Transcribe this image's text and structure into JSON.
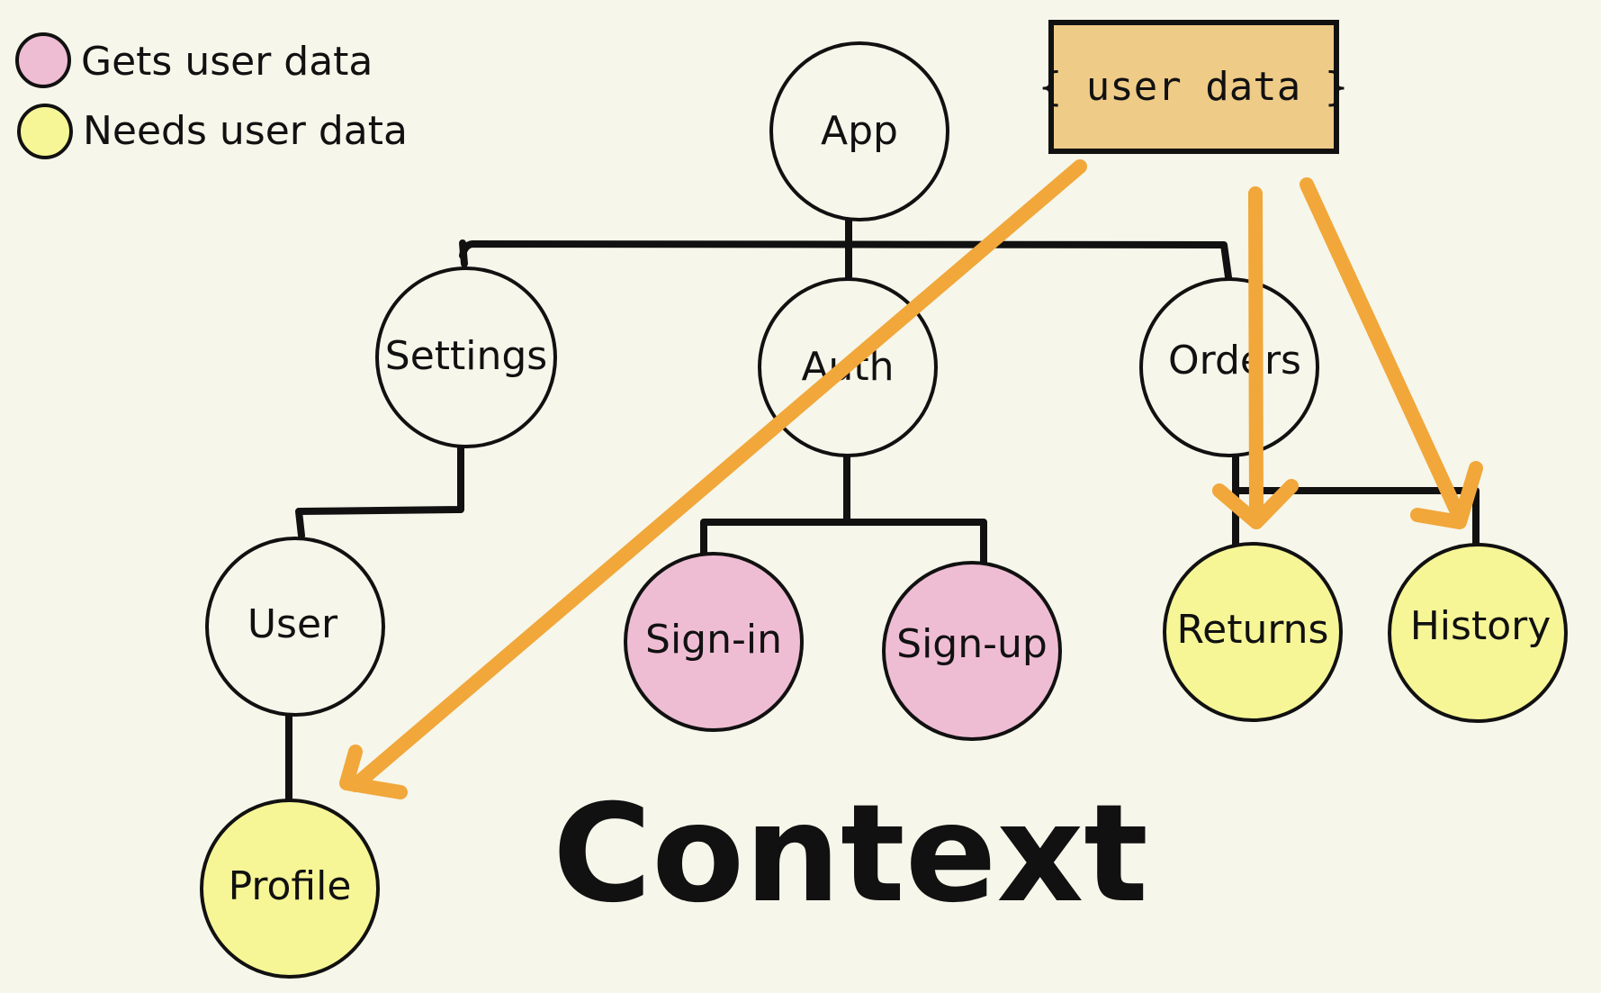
{
  "legend": [
    {
      "label": "Gets user data",
      "color": "#efbdd3"
    },
    {
      "label": "Needs user data",
      "color": "#f6f697"
    }
  ],
  "colors": {
    "background": "#f6f6ea",
    "plain_node": "#f6f6ea",
    "gets_user_data": "#efbdd3",
    "needs_user_data": "#f6f697",
    "context_box": "#efcb88",
    "arrow": "#f1a73a",
    "stroke": "#111111"
  },
  "context_box": {
    "label": "{ user data }"
  },
  "nodes": {
    "app": {
      "label": "App",
      "kind": "plain"
    },
    "settings": {
      "label": "Settings",
      "kind": "plain"
    },
    "auth": {
      "label": "Auth",
      "kind": "plain"
    },
    "orders": {
      "label": "Orders",
      "kind": "plain"
    },
    "user": {
      "label": "User",
      "kind": "plain"
    },
    "profile": {
      "label": "Profile",
      "kind": "needs"
    },
    "sign_in": {
      "label": "Sign-in",
      "kind": "gets"
    },
    "sign_up": {
      "label": "Sign-up",
      "kind": "gets"
    },
    "returns": {
      "label": "Returns",
      "kind": "needs"
    },
    "history": {
      "label": "History",
      "kind": "needs"
    }
  },
  "edges": [
    {
      "from": "App",
      "to": "Settings"
    },
    {
      "from": "App",
      "to": "Auth"
    },
    {
      "from": "App",
      "to": "Orders"
    },
    {
      "from": "Settings",
      "to": "User"
    },
    {
      "from": "User",
      "to": "Profile"
    },
    {
      "from": "Auth",
      "to": "Sign-in"
    },
    {
      "from": "Auth",
      "to": "Sign-up"
    },
    {
      "from": "Orders",
      "to": "Returns"
    },
    {
      "from": "Orders",
      "to": "History"
    }
  ],
  "context_arrows": [
    {
      "from": "{ user data }",
      "to": "Profile"
    },
    {
      "from": "{ user data }",
      "to": "Returns"
    },
    {
      "from": "{ user data }",
      "to": "History"
    }
  ],
  "title": "Context"
}
